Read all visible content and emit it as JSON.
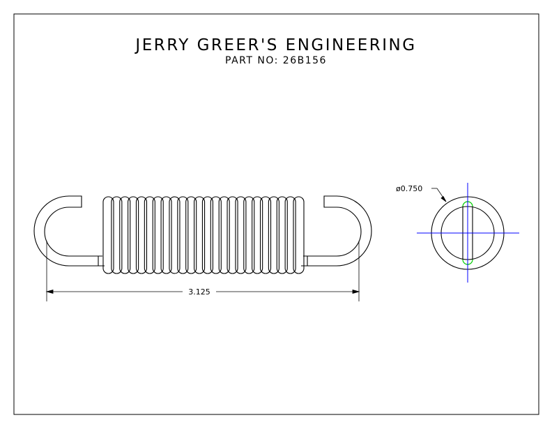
{
  "drawing": {
    "title": "JERRY GREER'S ENGINEERING",
    "part_number": "PART NO: 26B156"
  },
  "dimensions": {
    "length": "3.125",
    "diameter": "ø0.750"
  },
  "colors": {
    "line": "#000000",
    "centerline": "#0000ff",
    "highlight": "#00cc00"
  }
}
